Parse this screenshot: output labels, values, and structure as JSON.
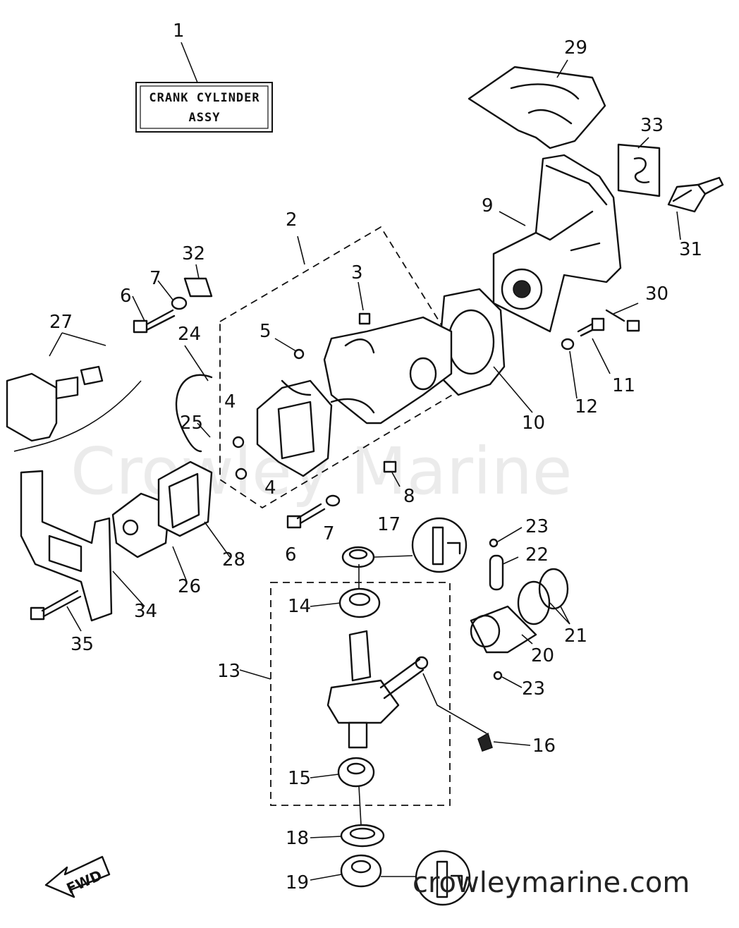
{
  "assembly_label": {
    "line1": "CRANK CYLINDER",
    "line2": "ASSY"
  },
  "watermark": "Crowley Marine",
  "website": "crowleymarine.com",
  "direction_arrow": "FWD",
  "callouts": [
    "1",
    "2",
    "3",
    "4",
    "4",
    "5",
    "6",
    "6",
    "7",
    "7",
    "8",
    "9",
    "10",
    "11",
    "12",
    "13",
    "14",
    "15",
    "16",
    "17",
    "18",
    "19",
    "20",
    "21",
    "22",
    "23",
    "23",
    "24",
    "25",
    "26",
    "27",
    "28",
    "29",
    "30",
    "31",
    "32",
    "33",
    "34",
    "35"
  ]
}
